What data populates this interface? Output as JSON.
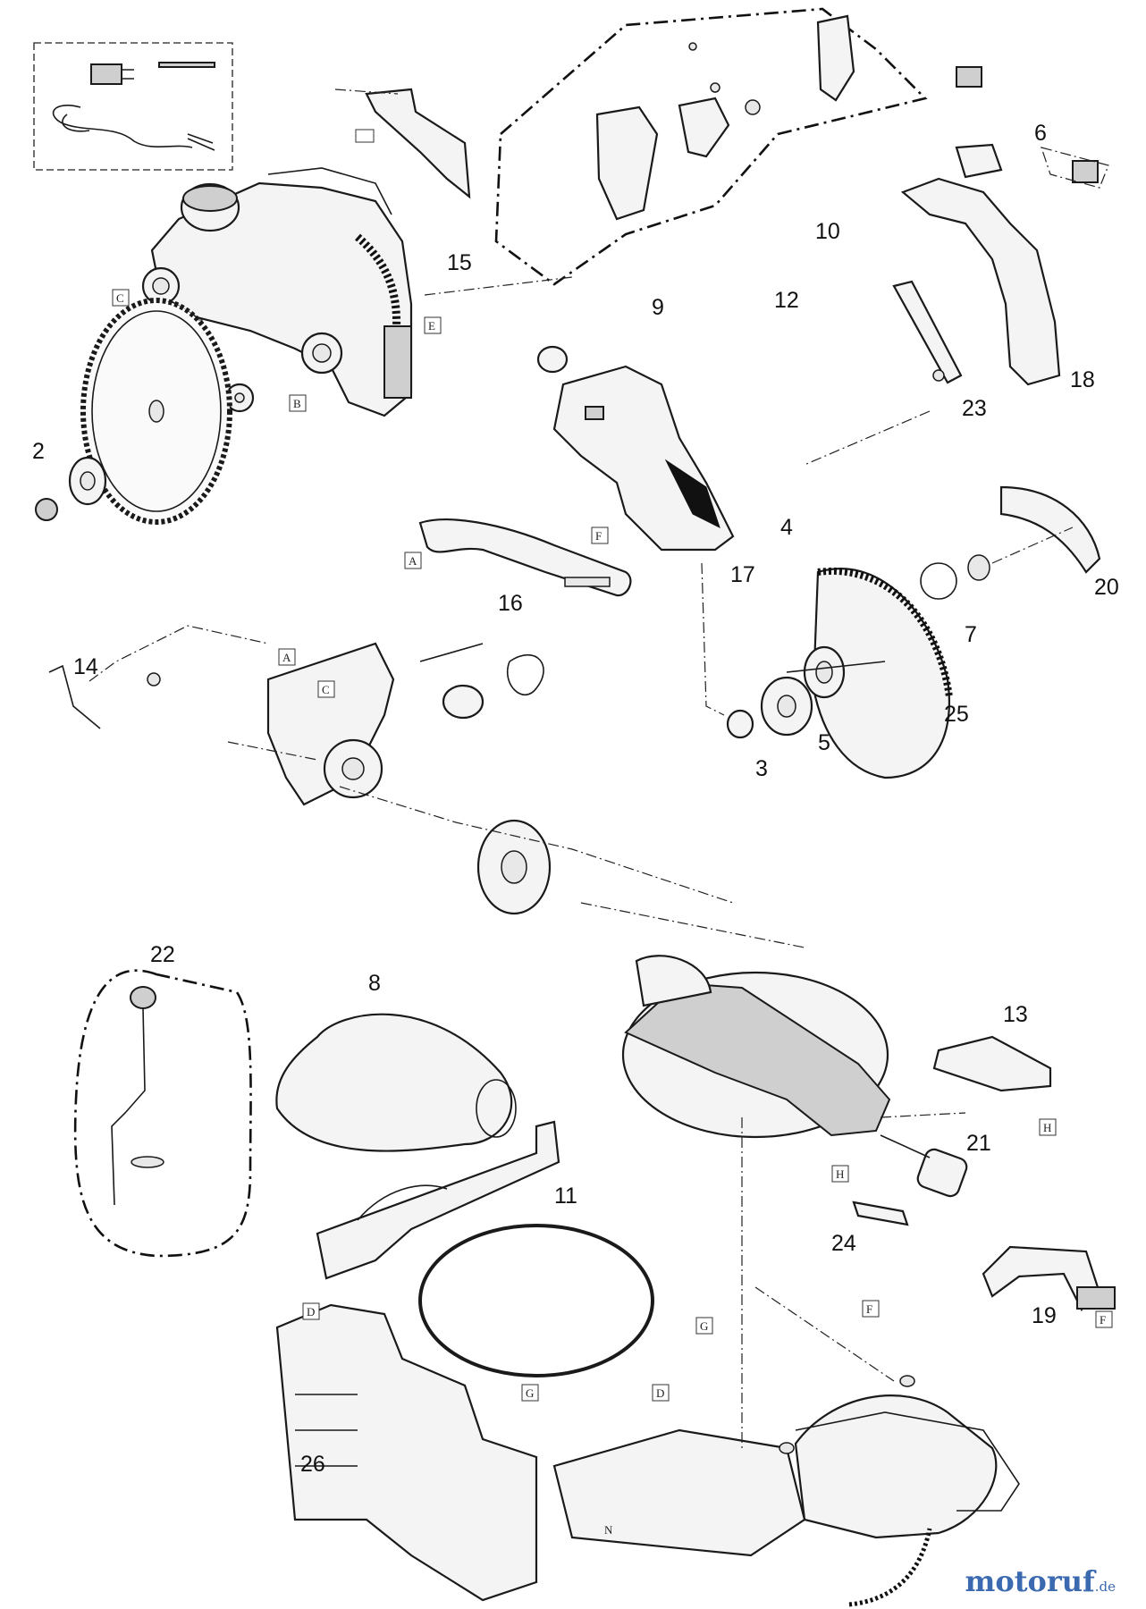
{
  "callouts": [
    "2",
    "3",
    "4",
    "5",
    "6",
    "7",
    "8",
    "9",
    "10",
    "11",
    "12",
    "13",
    "14",
    "15",
    "16",
    "17",
    "18",
    "19",
    "20",
    "21",
    "22",
    "23",
    "24",
    "25",
    "26"
  ],
  "ref_letters": [
    "A",
    "B",
    "C",
    "D",
    "E",
    "F",
    "G",
    "H",
    "N"
  ],
  "watermark": {
    "brand": "motoruf",
    "tld": ".de"
  }
}
